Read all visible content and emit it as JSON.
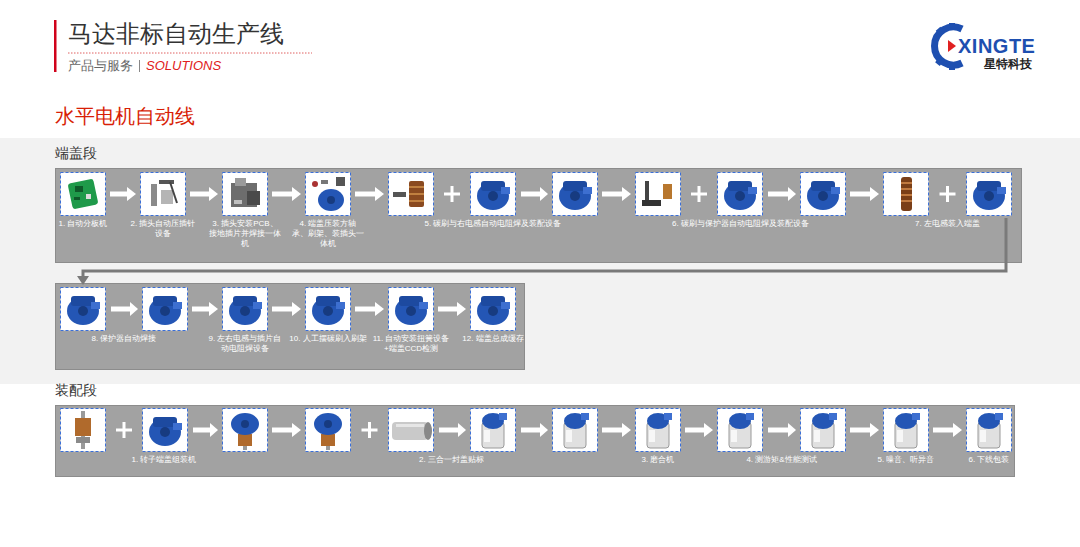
{
  "diagram": {
    "title": "马达非标自动生产线",
    "nodes": [
      {
        "text": [
          "端盖段"
        ]
      },
      {
        "text": [
          "1. 自动分板机"
        ],
        "in": 0
      },
      {
        "text": [
          "2. 插头自动压插针设备"
        ],
        "in": 0
      },
      {
        "text": [
          "3. 插头安装PCB、接地插片并焊接一体机"
        ],
        "in": 0
      },
      {
        "text": [
          "4. 端盖压装方轴承、刷架、装插头一体机"
        ],
        "in": 0
      },
      {
        "text": [
          "5. 碳刷与右电感自动电阻焊及装配设备"
        ],
        "in": 0
      },
      {
        "text": [
          "6. 碳刷与保护器自动电阻焊及装配设备"
        ],
        "in": 0
      },
      {
        "text": [
          "7. 左电感装入端盖"
        ],
        "in": 0
      },
      {
        "text": [
          "8. 保护器自动焊接"
        ]
      },
      {
        "text": [
          "9. 左右电感与插片自动电阻焊设备"
        ]
      },
      {
        "text": [
          "10. 人工摆碳刷入刷架"
        ]
      },
      {
        "text": [
          "11. 自动安装扭簧设备+端盖CCD检测"
        ]
      },
      {
        "text": [
          "12. 端盖总成缓存"
        ]
      },
      {
        "text": [
          "装配段"
        ]
      },
      {
        "text": [
          "1. 转子端盖组装机"
        ],
        "in": 13
      },
      {
        "text": [
          "2. 三合一封盖贴标"
        ],
        "in": 13
      },
      {
        "text": [
          "3. 磨合机"
        ],
        "in": 13
      },
      {
        "text": [
          "4. 测游矩&性能测试"
        ],
        "in": 13
      },
      {
        "text": [
          "5. 噪音、听异音"
        ],
        "in": 13
      },
      {
        "text": [
          "6. 下线包装"
        ],
        "in": 13
      }
    ],
    "edges": [
      {
        "from": 1,
        "to": 2,
        "arrow": "to"
      },
      {
        "from": 2,
        "to": 3,
        "arrow": "to"
      },
      {
        "from": 3,
        "to": 4,
        "arrow": "to"
      },
      {
        "from": 4,
        "to": 5,
        "arrow": "to"
      },
      {
        "from": 5,
        "to": 6,
        "arrow": "to"
      },
      {
        "from": 6,
        "to": 7,
        "arrow": "to"
      },
      {
        "from": 7,
        "to": 8,
        "arrow": "to"
      },
      {
        "from": 8,
        "to": 9,
        "arrow": "to"
      },
      {
        "from": 9,
        "to": 10,
        "arrow": "to"
      },
      {
        "from": 10,
        "to": 11,
        "arrow": "to"
      },
      {
        "from": 11,
        "to": 12,
        "arrow": "to"
      },
      {
        "from": 14,
        "to": 15,
        "arrow": "to"
      },
      {
        "from": 15,
        "to": 16,
        "arrow": "to"
      },
      {
        "from": 16,
        "to": 17,
        "arrow": "to"
      },
      {
        "from": 17,
        "to": 18,
        "arrow": "to"
      },
      {
        "from": 18,
        "to": 19,
        "arrow": "to"
      }
    ],
    "labels": [
      "产品与服务",
      "SOLUTIONS",
      "XINGTE",
      "星特科技",
      "水平电机自动线"
    ]
  }
}
